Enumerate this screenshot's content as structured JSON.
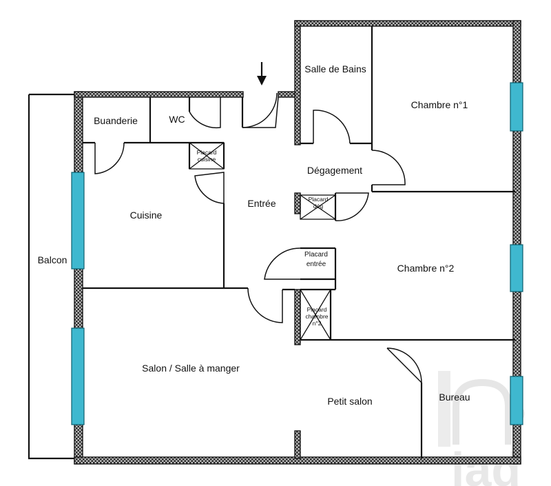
{
  "plan": {
    "rooms": {
      "salle_de_bains": "Salle de Bains",
      "chambre1": "Chambre n°1",
      "buanderie": "Buanderie",
      "wc": "WC",
      "placard_cuisine_1": "Placard",
      "placard_cuisine_2": "cuisine",
      "degagement": "Dégagement",
      "entree": "Entrée",
      "cuisine": "Cuisine",
      "placard_deg_1": "Placard",
      "placard_deg_2": "dég",
      "balcon": "Balcon",
      "placard_entree_1": "Placard",
      "placard_entree_2": "entrée",
      "chambre2": "Chambre n°2",
      "placard_chambre_1": "Placard",
      "placard_chambre_2": "chambre",
      "placard_chambre_3": "n°2",
      "salon": "Salon / Salle à manger",
      "petit_salon": "Petit salon",
      "bureau": "Bureau"
    },
    "watermark": "iad",
    "colors": {
      "window": "#3fb8cf",
      "wall": "#1a1a1a"
    }
  }
}
